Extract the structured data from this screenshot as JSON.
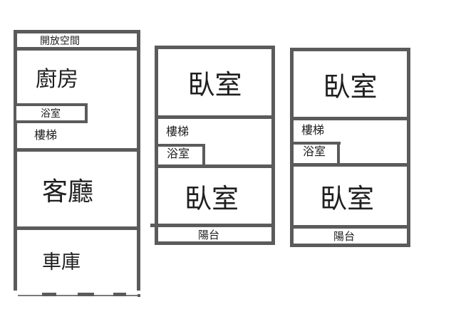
{
  "colors": {
    "wall": "#5b5b5b",
    "garage_door_line": "#7a7a7a",
    "text": "#1f1f1f",
    "background": "#ffffff"
  },
  "floors": [
    {
      "id": "floor-1",
      "open_space": "開放空間",
      "kitchen": "廚房",
      "bathroom": "浴室",
      "stairs": "樓梯",
      "living_room": "客廳",
      "garage": "車庫"
    },
    {
      "id": "floor-2",
      "bedroom_top": "臥室",
      "stairs": "樓梯",
      "bathroom": "浴室",
      "bedroom_bottom": "臥室",
      "balcony": "陽台"
    },
    {
      "id": "floor-3",
      "bedroom_top": "臥室",
      "stairs": "樓梯",
      "bathroom": "浴室",
      "bedroom_bottom": "臥室",
      "balcony": "陽台"
    }
  ]
}
